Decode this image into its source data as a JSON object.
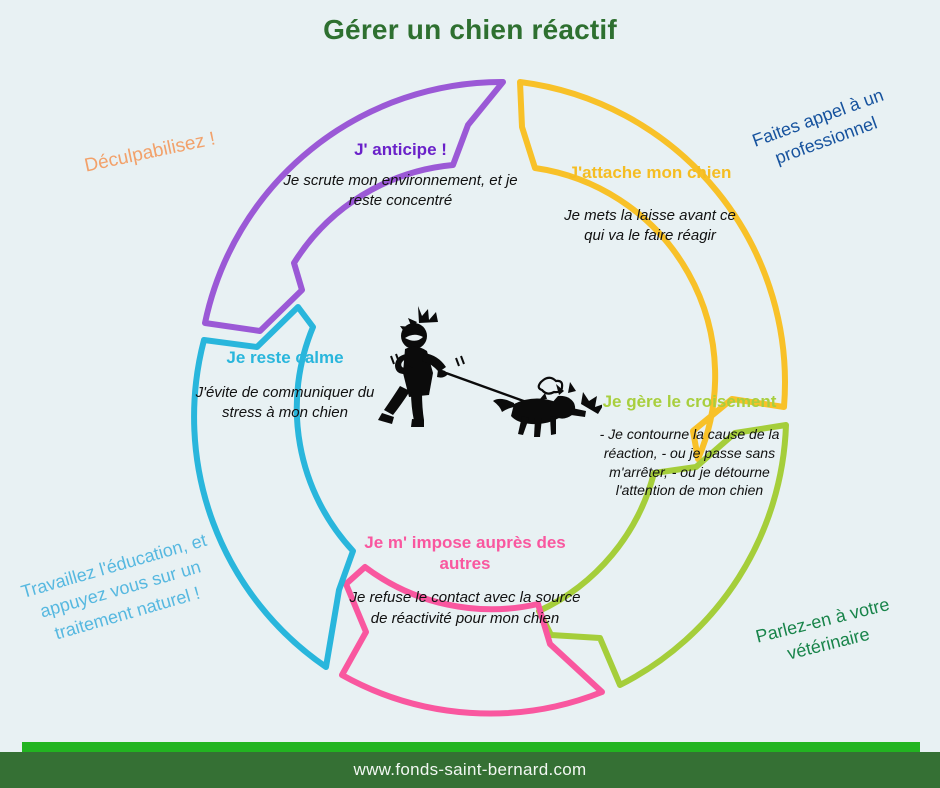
{
  "page": {
    "title": "Gérer un chien réactif",
    "background_color": "#e8f1f3"
  },
  "wheel": {
    "segments": [
      {
        "id": "anticipe",
        "heading": "J' anticipe !",
        "body": "Je scrute mon environnement, et je reste concentré",
        "color": "#9b59d6",
        "heading_color": "#6a21c9"
      },
      {
        "id": "attache",
        "heading": "J'attache mon chien",
        "body": "Je mets la laisse avant ce qui va le faire réagir",
        "color": "#f8c128",
        "heading_color": "#f5bd22"
      },
      {
        "id": "croisement",
        "heading": "Je gère le croisement",
        "body": "- Je contourne la cause de la réaction, - ou je passe sans m'arrêter, - ou je détourne l'attention de mon chien",
        "color": "#a5ce3a",
        "heading_color": "#a8cf3e"
      },
      {
        "id": "impose",
        "heading": "Je m' impose auprès des autres",
        "body": "Je refuse le contact avec la source de réactivité pour mon chien",
        "color": "#f9579f",
        "heading_color": "#f9579f"
      },
      {
        "id": "calme",
        "heading": "Je reste calme",
        "body": "J'évite de communiquer du stress à mon chien",
        "color": "#29b6dc",
        "heading_color": "#29b6dc"
      }
    ]
  },
  "notes": [
    {
      "id": "deculpabilisez",
      "text": "Déculpabilisez !",
      "color": "#f2a16a"
    },
    {
      "id": "professionnel",
      "text": "Faites appel à un professionnel",
      "color": "#17539e"
    },
    {
      "id": "traitement-naturel",
      "text": "Travaillez l'éducation, et appuyez vous sur un traitement naturel !",
      "color": "#56b8e0"
    },
    {
      "id": "veterinaire",
      "text": "Parlez-en à votre vétérinaire",
      "color": "#18844a"
    }
  ],
  "centre": {
    "illustration": "person-walking-reactive-dog-silhouette"
  },
  "footer": {
    "url": "www.fonds-saint-bernard.com",
    "bright_bar_color": "#22b421",
    "band_color": "#357034"
  }
}
